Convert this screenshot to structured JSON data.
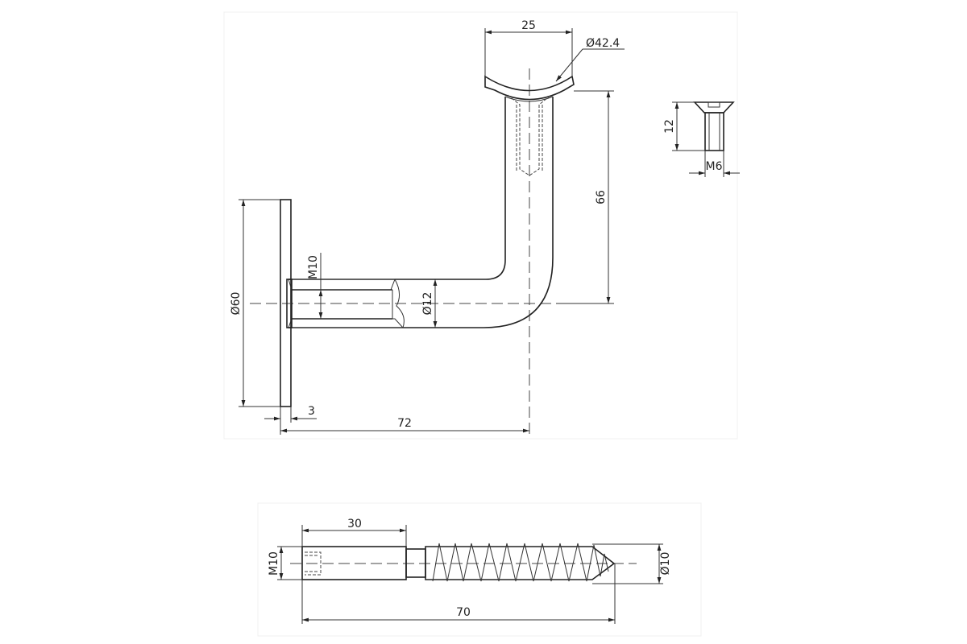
{
  "bracket": {
    "dims": {
      "saddle_width": "25",
      "saddle_diameter": "Ø42.4",
      "height": "66",
      "plate_diameter": "Ø60",
      "tube_diameter": "Ø12",
      "thread": "M10",
      "plate_thickness": "3",
      "length": "72"
    }
  },
  "small_screw": {
    "dims": {
      "length": "12",
      "thread": "M6"
    }
  },
  "hanger_bolt": {
    "dims": {
      "thread_length": "30",
      "thread": "M10",
      "diameter": "Ø10",
      "length": "70"
    }
  }
}
